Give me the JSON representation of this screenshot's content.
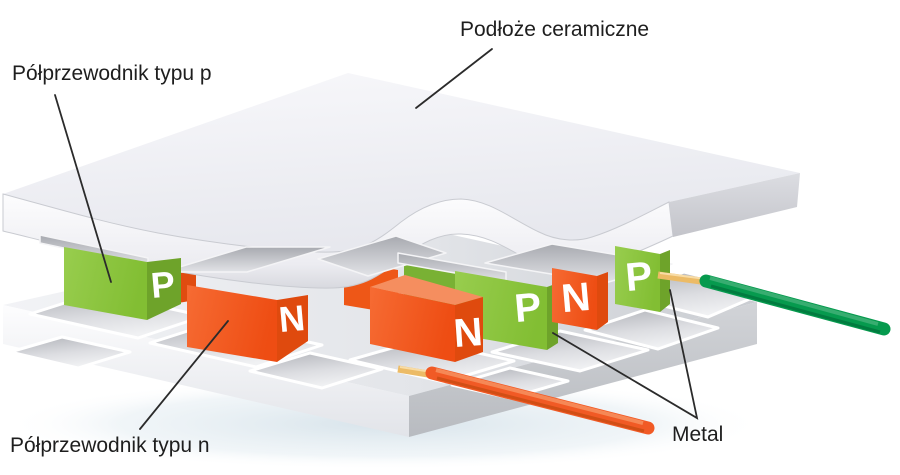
{
  "figure": {
    "labels": {
      "ceramic_substrate": "Podłoże ceramiczne",
      "p_type": "Półprzewodnik typu p",
      "n_type": "Półprzewodnik typu n",
      "metal": "Metal"
    },
    "blocks": [
      {
        "letter": "P",
        "type": "p-type"
      },
      {
        "letter": "N",
        "type": "n-type"
      },
      {
        "letter": "N",
        "type": "n-type"
      },
      {
        "letter": "P",
        "type": "p-type"
      },
      {
        "letter": "N",
        "type": "n-type"
      },
      {
        "letter": "P",
        "type": "p-type"
      }
    ],
    "colors": {
      "p_type_green": "#8cc63f",
      "n_type_orange": "#f1571f",
      "green_wire": "#069a4e",
      "orange_wire": "#f15a25",
      "ceramic": "#eef0f4",
      "metal_pad": "#c9cbd0",
      "text": "#1e1e1e"
    }
  }
}
